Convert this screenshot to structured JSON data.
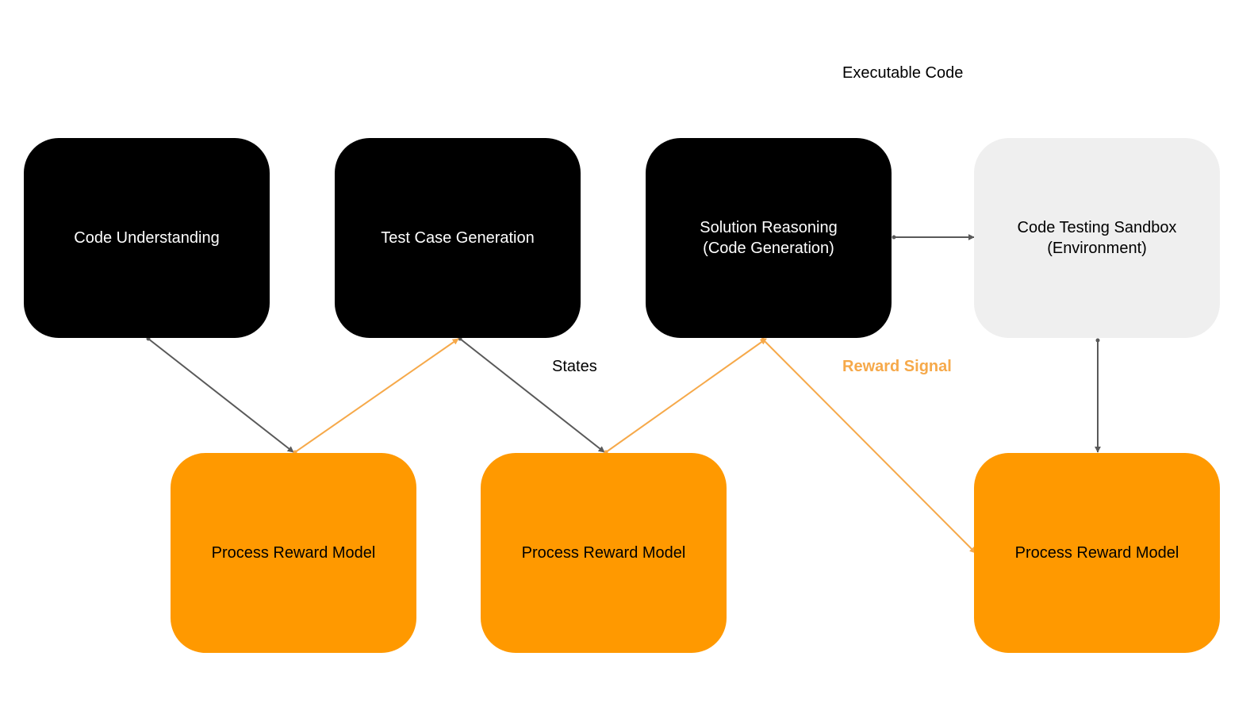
{
  "labels": {
    "executable_code": "Executable Code",
    "states": "States",
    "reward_signal": "Reward Signal"
  },
  "nodes": {
    "code_understanding": "Code Understanding",
    "test_case_generation": "Test Case Generation",
    "solution_reasoning": [
      "Solution Reasoning",
      "(Code Generation)"
    ],
    "sandbox": [
      "Code Testing Sandbox",
      "(Environment)"
    ],
    "prm_1": "Process Reward Model",
    "prm_2": "Process Reward Model",
    "prm_3": "Process Reward Model"
  },
  "colors": {
    "dark_node": "#000000",
    "environment_node": "#efefef",
    "reward_model_node": "#ff9900",
    "state_arrow": "#595959",
    "reward_arrow": "#f6a94a",
    "reward_label": "#f6a94a"
  }
}
